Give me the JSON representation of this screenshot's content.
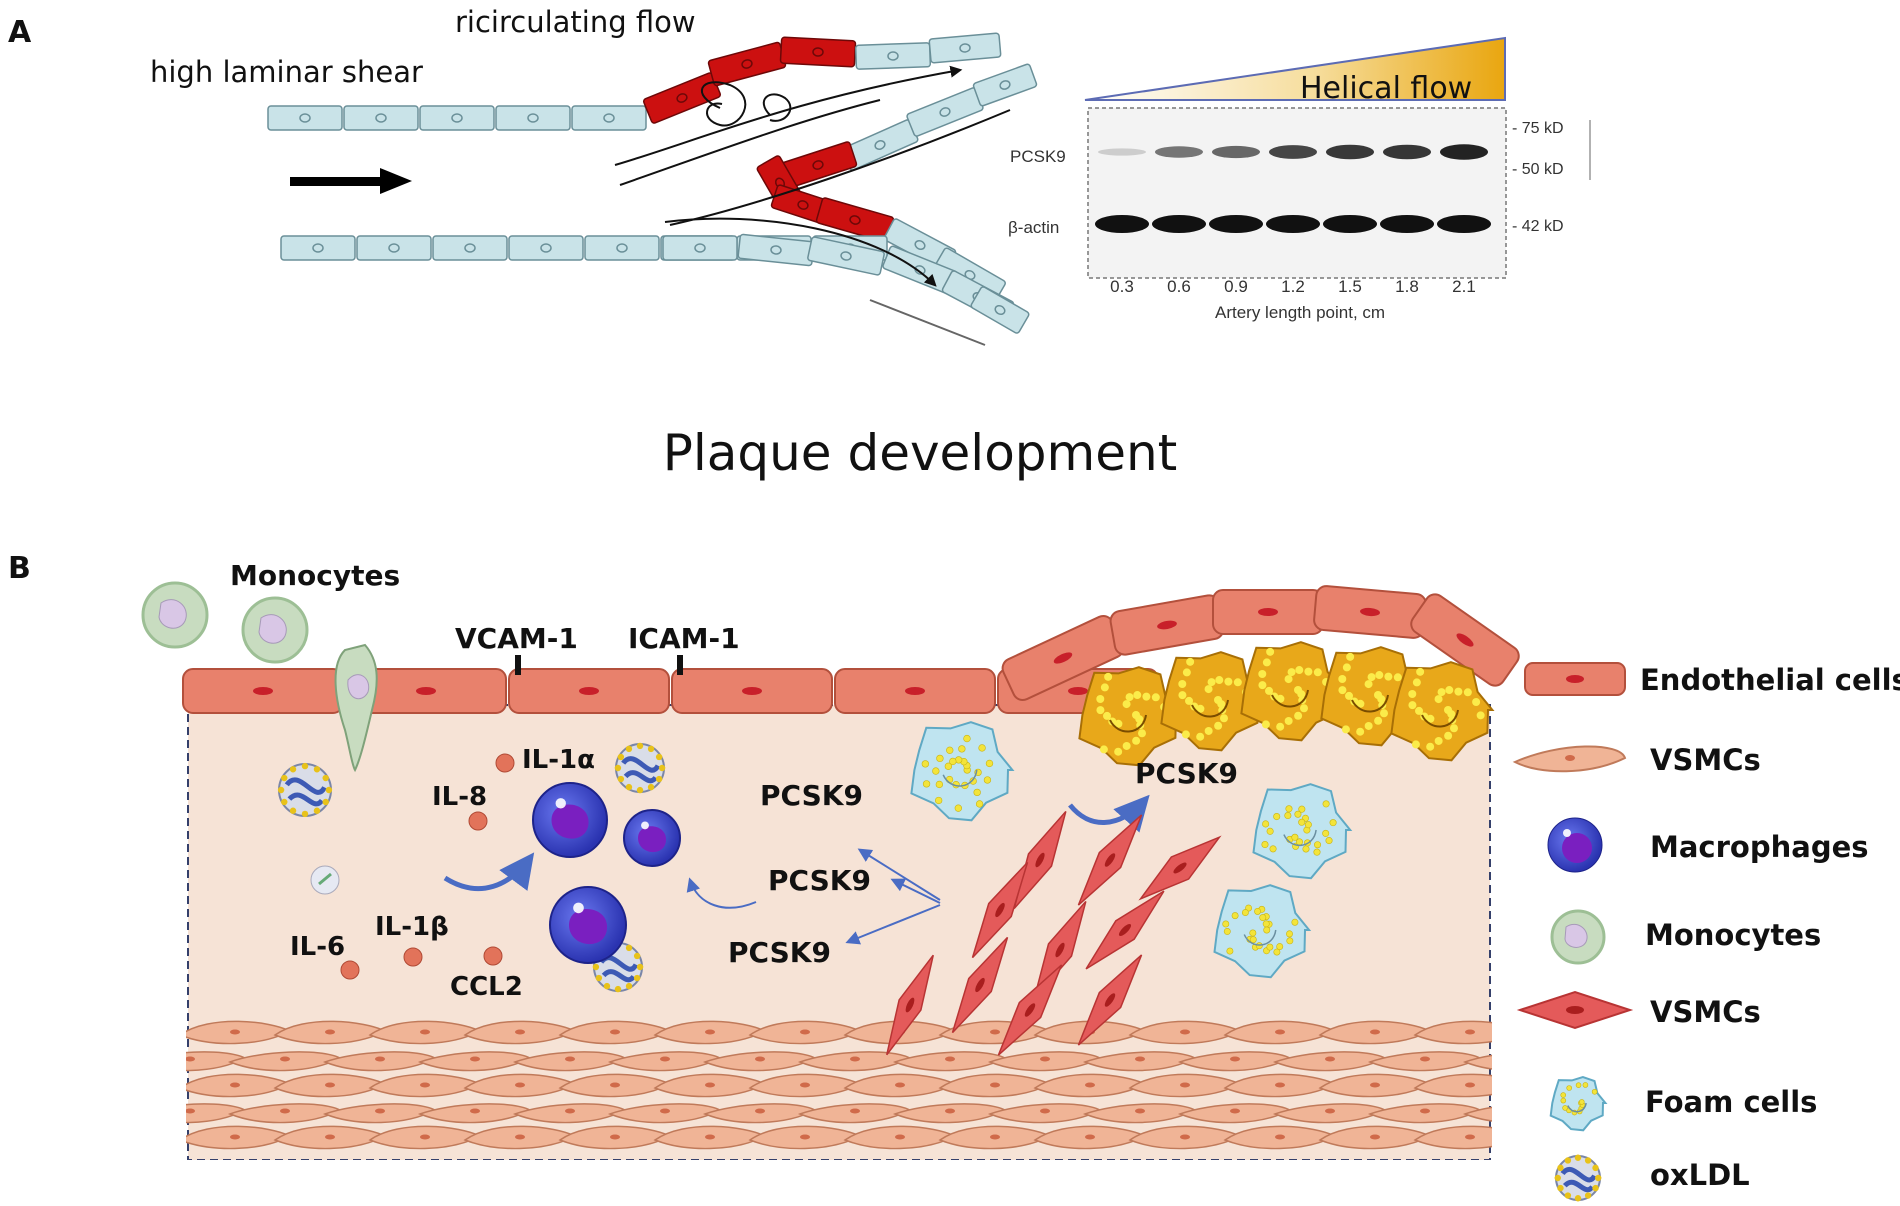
{
  "panel_a": {
    "letter": "A",
    "high_laminar_shear": "high laminar shear",
    "ricirculating_flow": "ricirculating flow",
    "helical_flow": "Helical flow",
    "blot": {
      "row_pcsk9": "PCSK9",
      "row_actin": "β-actin",
      "marker_75": "- 75 kD",
      "marker_50": "- 50 kD",
      "marker_42": "- 42 kD",
      "lanes": [
        "0.3",
        "0.6",
        "0.9",
        "1.2",
        "1.5",
        "1.8",
        "2.1"
      ],
      "x_label": "Artery length point, cm",
      "pcsk9_band_intensity": [
        0.12,
        0.55,
        0.62,
        0.78,
        0.85,
        0.86,
        0.95
      ]
    }
  },
  "title": "Plaque development",
  "panel_b": {
    "letter": "B",
    "monocytes_top": "Monocytes",
    "vcam": "VCAM-1",
    "icam": "ICAM-1",
    "il1a": "IL-1α",
    "il8": "IL-8",
    "il1b": "IL-1β",
    "il6": "IL-6",
    "ccl2": "CCL2",
    "pcsk9_1": "PCSK9",
    "pcsk9_2": "PCSK9",
    "pcsk9_3": "PCSK9",
    "pcsk9_4": "PCSK9"
  },
  "legend": {
    "endothelial": "Endothelial cells",
    "vsmcs_1": "VSMCs",
    "macrophages": "Macrophages",
    "monocytes": "Monocytes",
    "vsmcs_2": "VSMCs",
    "foam": "Foam cells",
    "oxldl": "oxLDL"
  },
  "colors": {
    "endothelial_fill": "#e8816c",
    "recirc_cell": "#cc1010",
    "flow_cell": "#c9e3e8",
    "tissue": "#f6e3d6",
    "vsmc_active": "#e45a5a",
    "vsmc_layer": "#f0b496",
    "macrophage": "#3340c9",
    "macrophage_nucleus": "#7a1fc0",
    "monocyte": "#c8dcc0",
    "foam_fill": "#bfe4f0",
    "foam_dots": "#f3e43a",
    "plaque_fill": "#e8a81a",
    "cytokine": "#e2735a",
    "arrow_blue": "#4a6cc4"
  }
}
